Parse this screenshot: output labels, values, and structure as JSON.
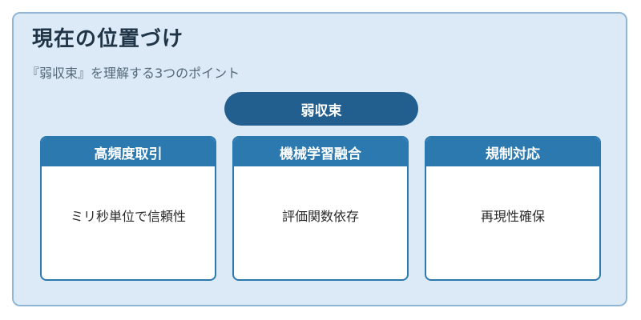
{
  "title": "現在の位置づけ",
  "subtitle": "『弱収束』を理解する3つのポイント",
  "hub": {
    "label": "弱収束"
  },
  "cards": [
    {
      "title": "高頻度取引",
      "text": "ミリ秒単位で信頼性"
    },
    {
      "title": "機械学習融合",
      "text": "評価関数依存"
    },
    {
      "title": "規制対応",
      "text": "再現性確保"
    }
  ],
  "colors": {
    "background": "#dbeaf6",
    "border": "#8fb6d6",
    "hub": "#235f8e",
    "card_header": "#2c79b0",
    "title_text": "#1f3447"
  }
}
